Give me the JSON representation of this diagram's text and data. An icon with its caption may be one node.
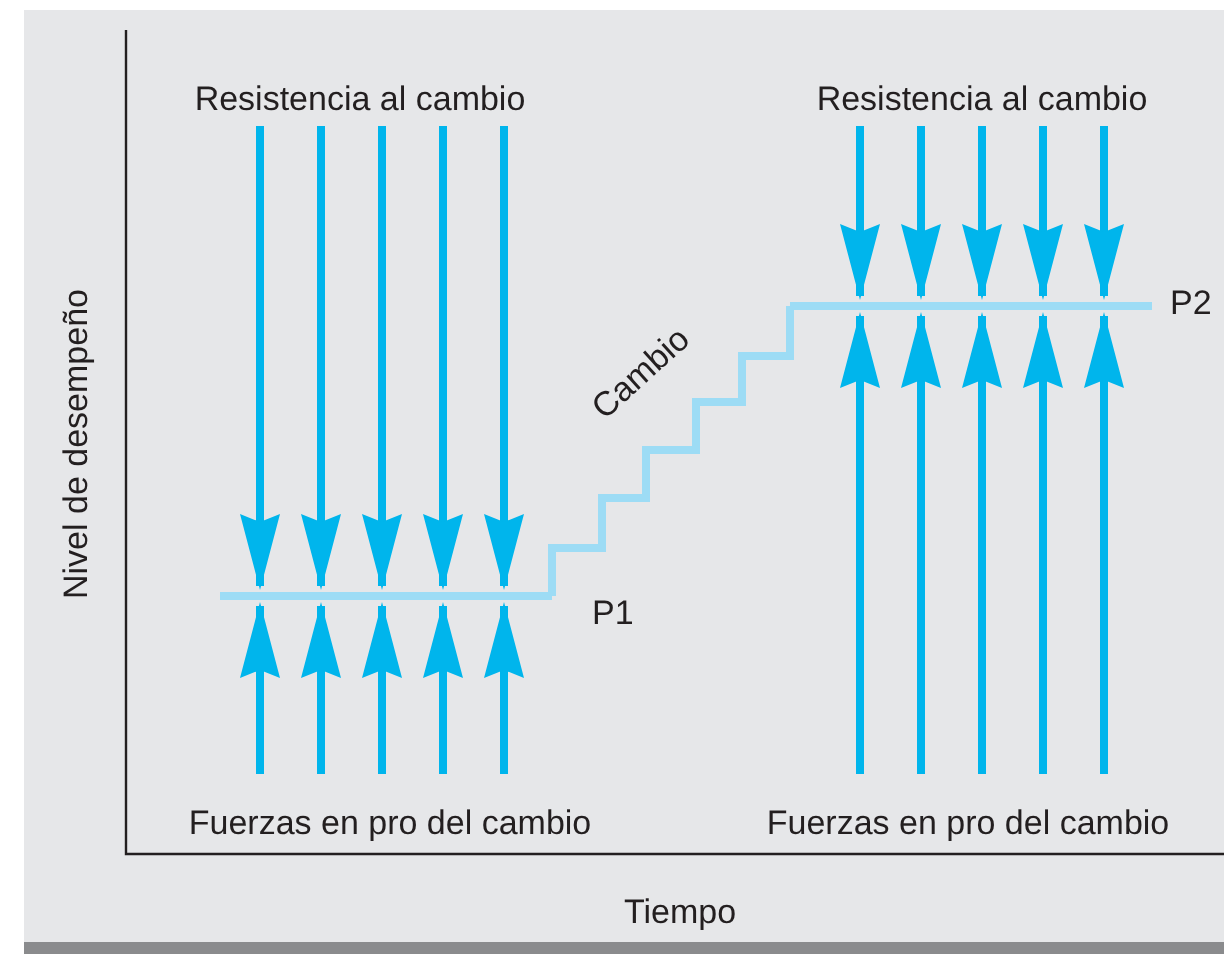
{
  "diagram": {
    "nodes": [
      {
        "text": [
          "Resistencia al cambio"
        ]
      },
      {
        "text": [],
        "shape": "bar",
        "beside": [
          "P1"
        ]
      },
      {
        "text": [
          "Fuerzas en pro del cambio"
        ]
      },
      {
        "text": [
          "Resistencia al cambio"
        ]
      },
      {
        "text": [],
        "shape": "bar",
        "beside": [
          "P2"
        ]
      },
      {
        "text": [
          "Fuerzas en pro del cambio"
        ]
      }
    ],
    "edges": [
      {
        "from": 0,
        "to": 1,
        "arrow": "to"
      },
      {
        "from": 0,
        "to": 1,
        "arrow": "to"
      },
      {
        "from": 0,
        "to": 1,
        "arrow": "to"
      },
      {
        "from": 0,
        "to": 1,
        "arrow": "to"
      },
      {
        "from": 0,
        "to": 1,
        "arrow": "to"
      },
      {
        "from": 2,
        "to": 1,
        "arrow": "to"
      },
      {
        "from": 2,
        "to": 1,
        "arrow": "to"
      },
      {
        "from": 2,
        "to": 1,
        "arrow": "to"
      },
      {
        "from": 2,
        "to": 1,
        "arrow": "to"
      },
      {
        "from": 2,
        "to": 1,
        "arrow": "to"
      },
      {
        "from": 3,
        "to": 4,
        "arrow": "to"
      },
      {
        "from": 3,
        "to": 4,
        "arrow": "to"
      },
      {
        "from": 3,
        "to": 4,
        "arrow": "to"
      },
      {
        "from": 3,
        "to": 4,
        "arrow": "to"
      },
      {
        "from": 3,
        "to": 4,
        "arrow": "to"
      },
      {
        "from": 5,
        "to": 4,
        "arrow": "to"
      },
      {
        "from": 5,
        "to": 4,
        "arrow": "to"
      },
      {
        "from": 5,
        "to": 4,
        "arrow": "to"
      },
      {
        "from": 5,
        "to": 4,
        "arrow": "to"
      },
      {
        "from": 5,
        "to": 4,
        "arrow": "to"
      },
      {
        "from": 1,
        "to": 4,
        "arrow": "none",
        "label": "Cambio",
        "color": "#9ddcf5"
      }
    ],
    "labels": [
      "Nivel de desempeño",
      "Tiempo"
    ]
  }
}
